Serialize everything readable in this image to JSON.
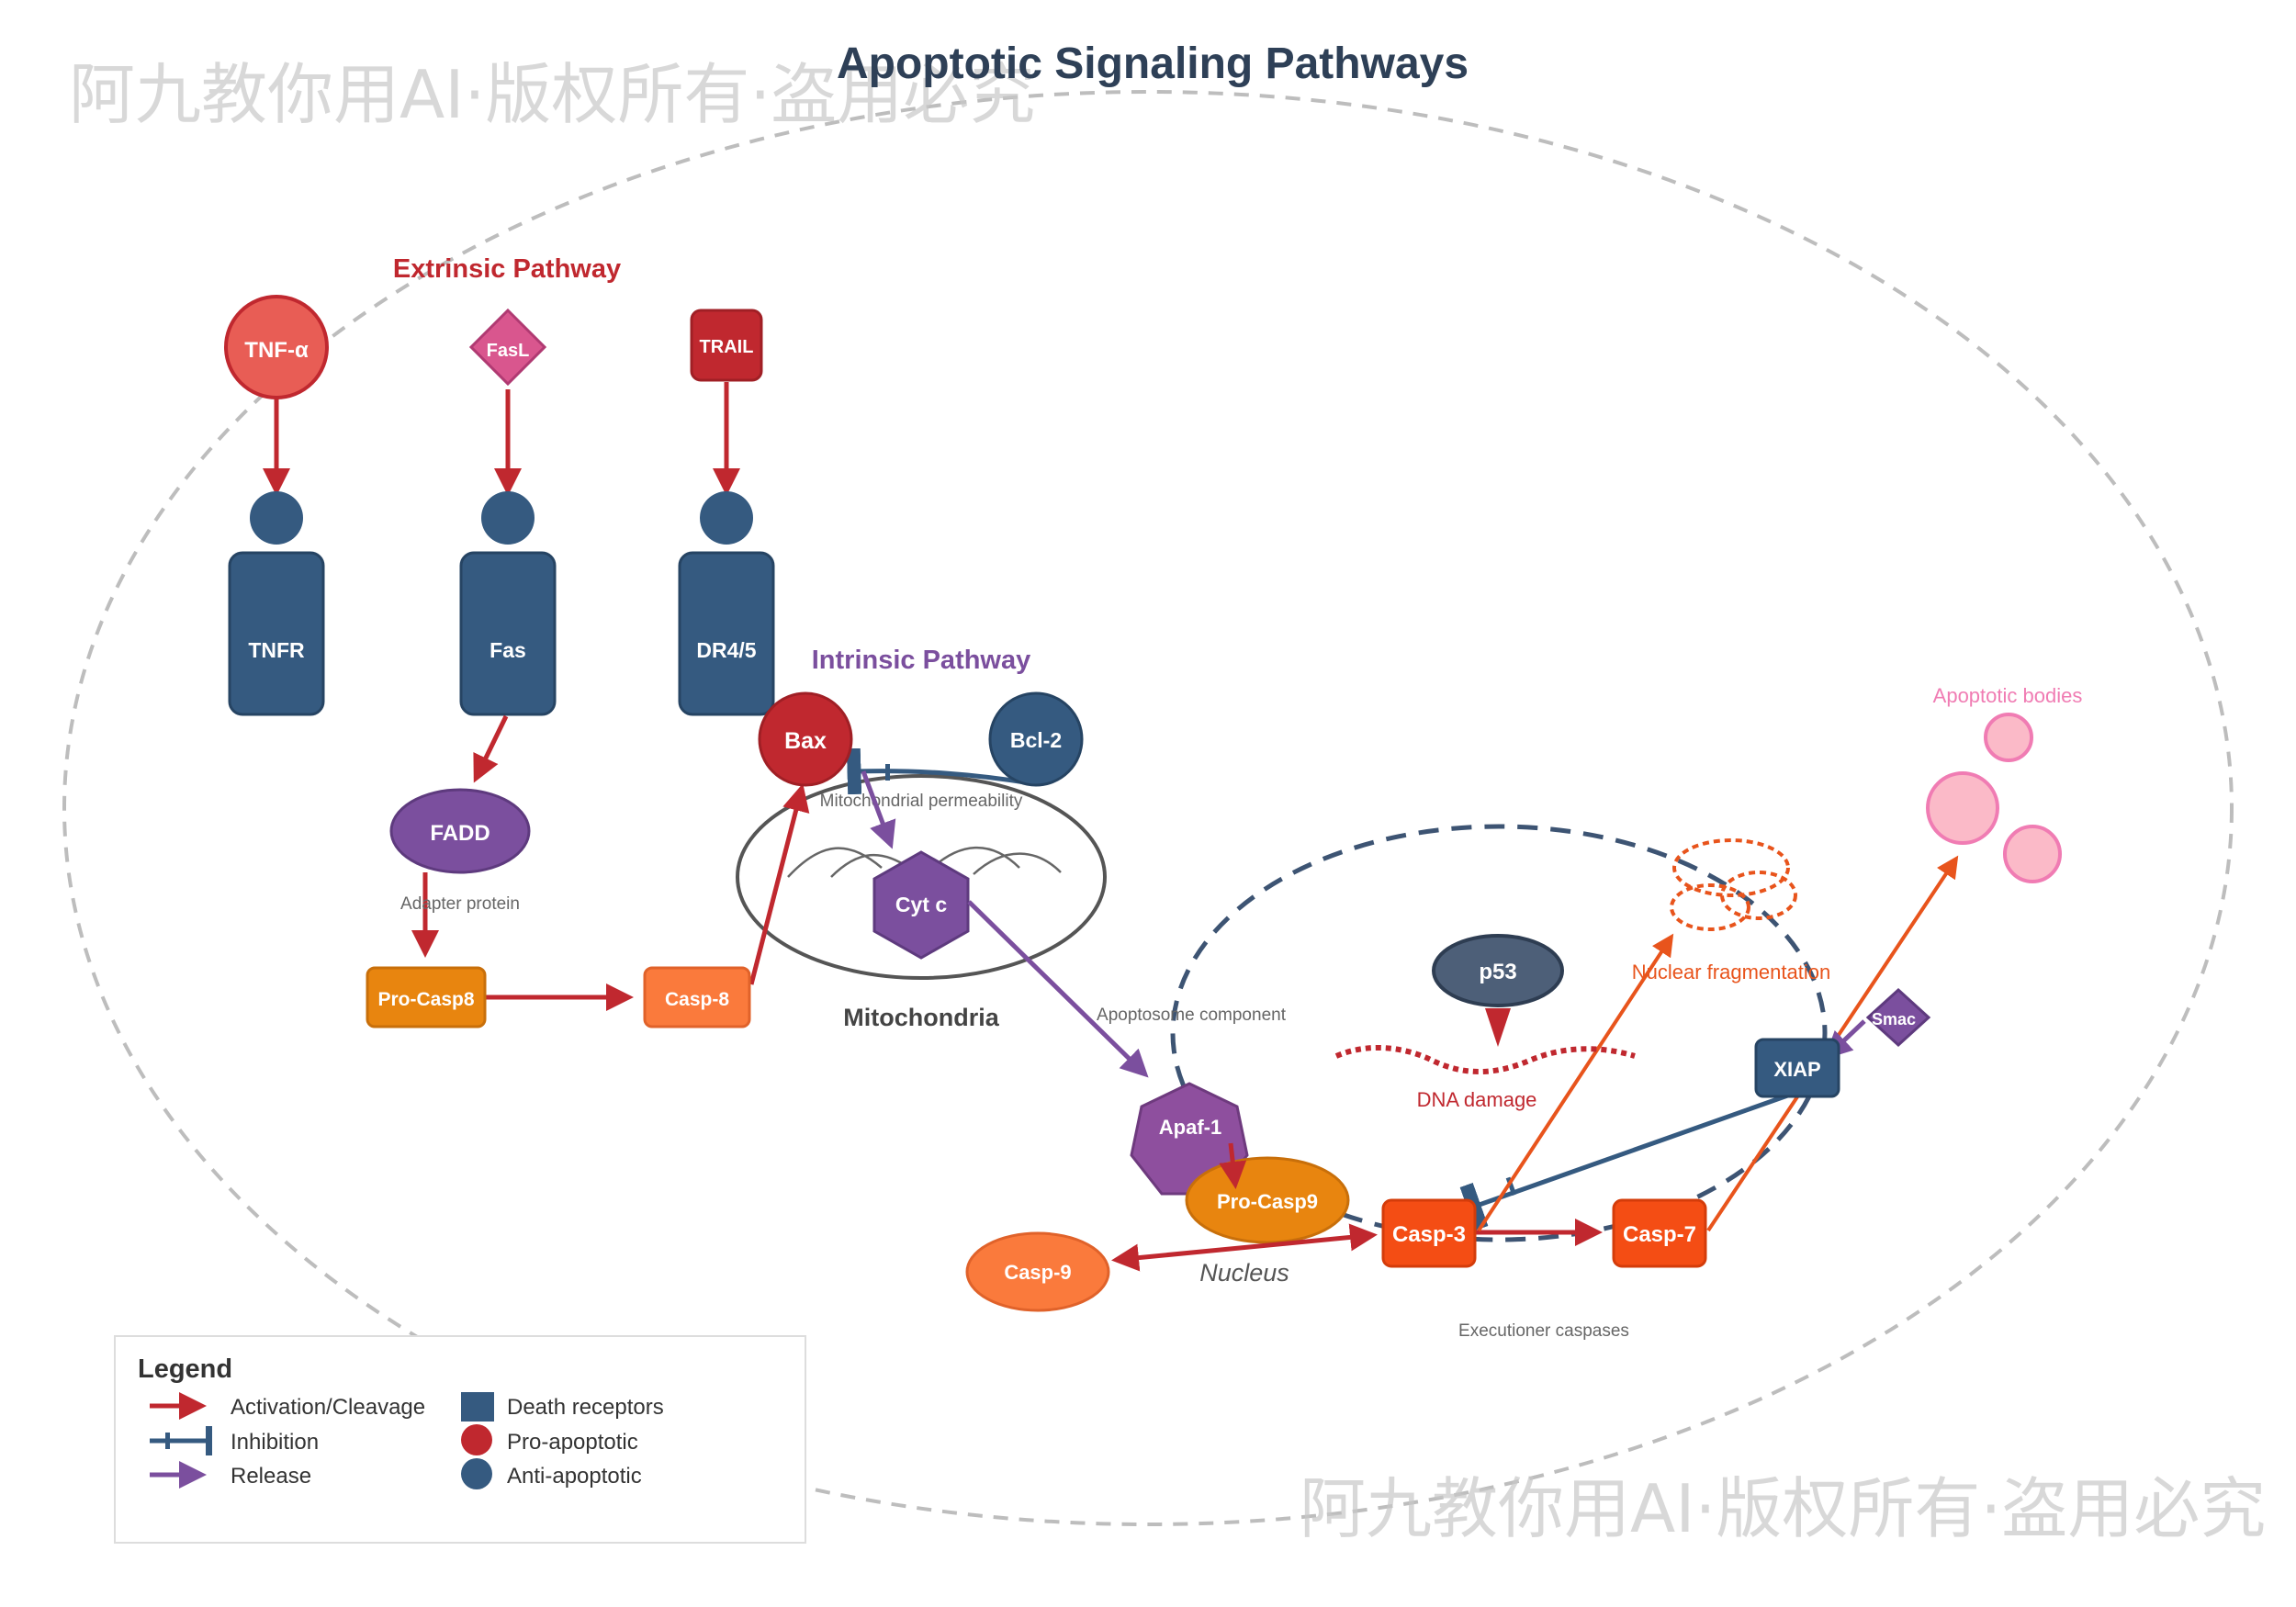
{
  "title": "Apoptotic Signaling Pathways",
  "watermark": "阿九教你用AI·版权所有·盗用必究",
  "sections": {
    "extrinsic": "Extrinsic Pathway",
    "intrinsic": "Intrinsic Pathway",
    "mitochondria": "Mitochondria",
    "nucleus": "Nucleus"
  },
  "ligands": {
    "tnf": "TNF-α",
    "fasl": "FasL",
    "trail": "TRAIL"
  },
  "receptors": {
    "tnfr": "TNFR",
    "fas": "Fas",
    "dr": "DR4/5"
  },
  "nodes": {
    "fadd": "FADD",
    "pro_casp8": "Pro-Casp8",
    "casp8": "Casp-8",
    "bax": "Bax",
    "bcl2": "Bcl-2",
    "cytc": "Cyt c",
    "apaf1": "Apaf-1",
    "pro_casp9": "Pro-Casp9",
    "casp9": "Casp-9",
    "casp3": "Casp-3",
    "casp7": "Casp-7",
    "p53": "p53",
    "xiap": "XIAP",
    "smac": "Smac"
  },
  "annotations": {
    "adapter": "Adapter protein",
    "permeability": "Mitochondrial permeability",
    "apoptosome": "Apoptosome component",
    "executioner": "Executioner caspases",
    "dna_damage": "DNA damage",
    "nuclear_frag": "Nuclear fragmentation",
    "apoptotic_bodies": "Apoptotic bodies"
  },
  "legend": {
    "title": "Legend",
    "activation": "Activation/Cleavage",
    "inhibition": "Inhibition",
    "release": "Release",
    "death_receptors": "Death receptors",
    "pro_apoptotic": "Pro-apoptotic",
    "anti_apoptotic": "Anti-apoptotic"
  },
  "colors": {
    "activation": "#c0282f",
    "inhibition": "#355a80",
    "release": "#7b4f9e",
    "receptor": "#355a80",
    "orange": "#e8850f",
    "caspase_light": "#fa7a3c",
    "executioner": "#f44d14",
    "frag": "#e8541c",
    "bodies": "#f07cb3"
  }
}
